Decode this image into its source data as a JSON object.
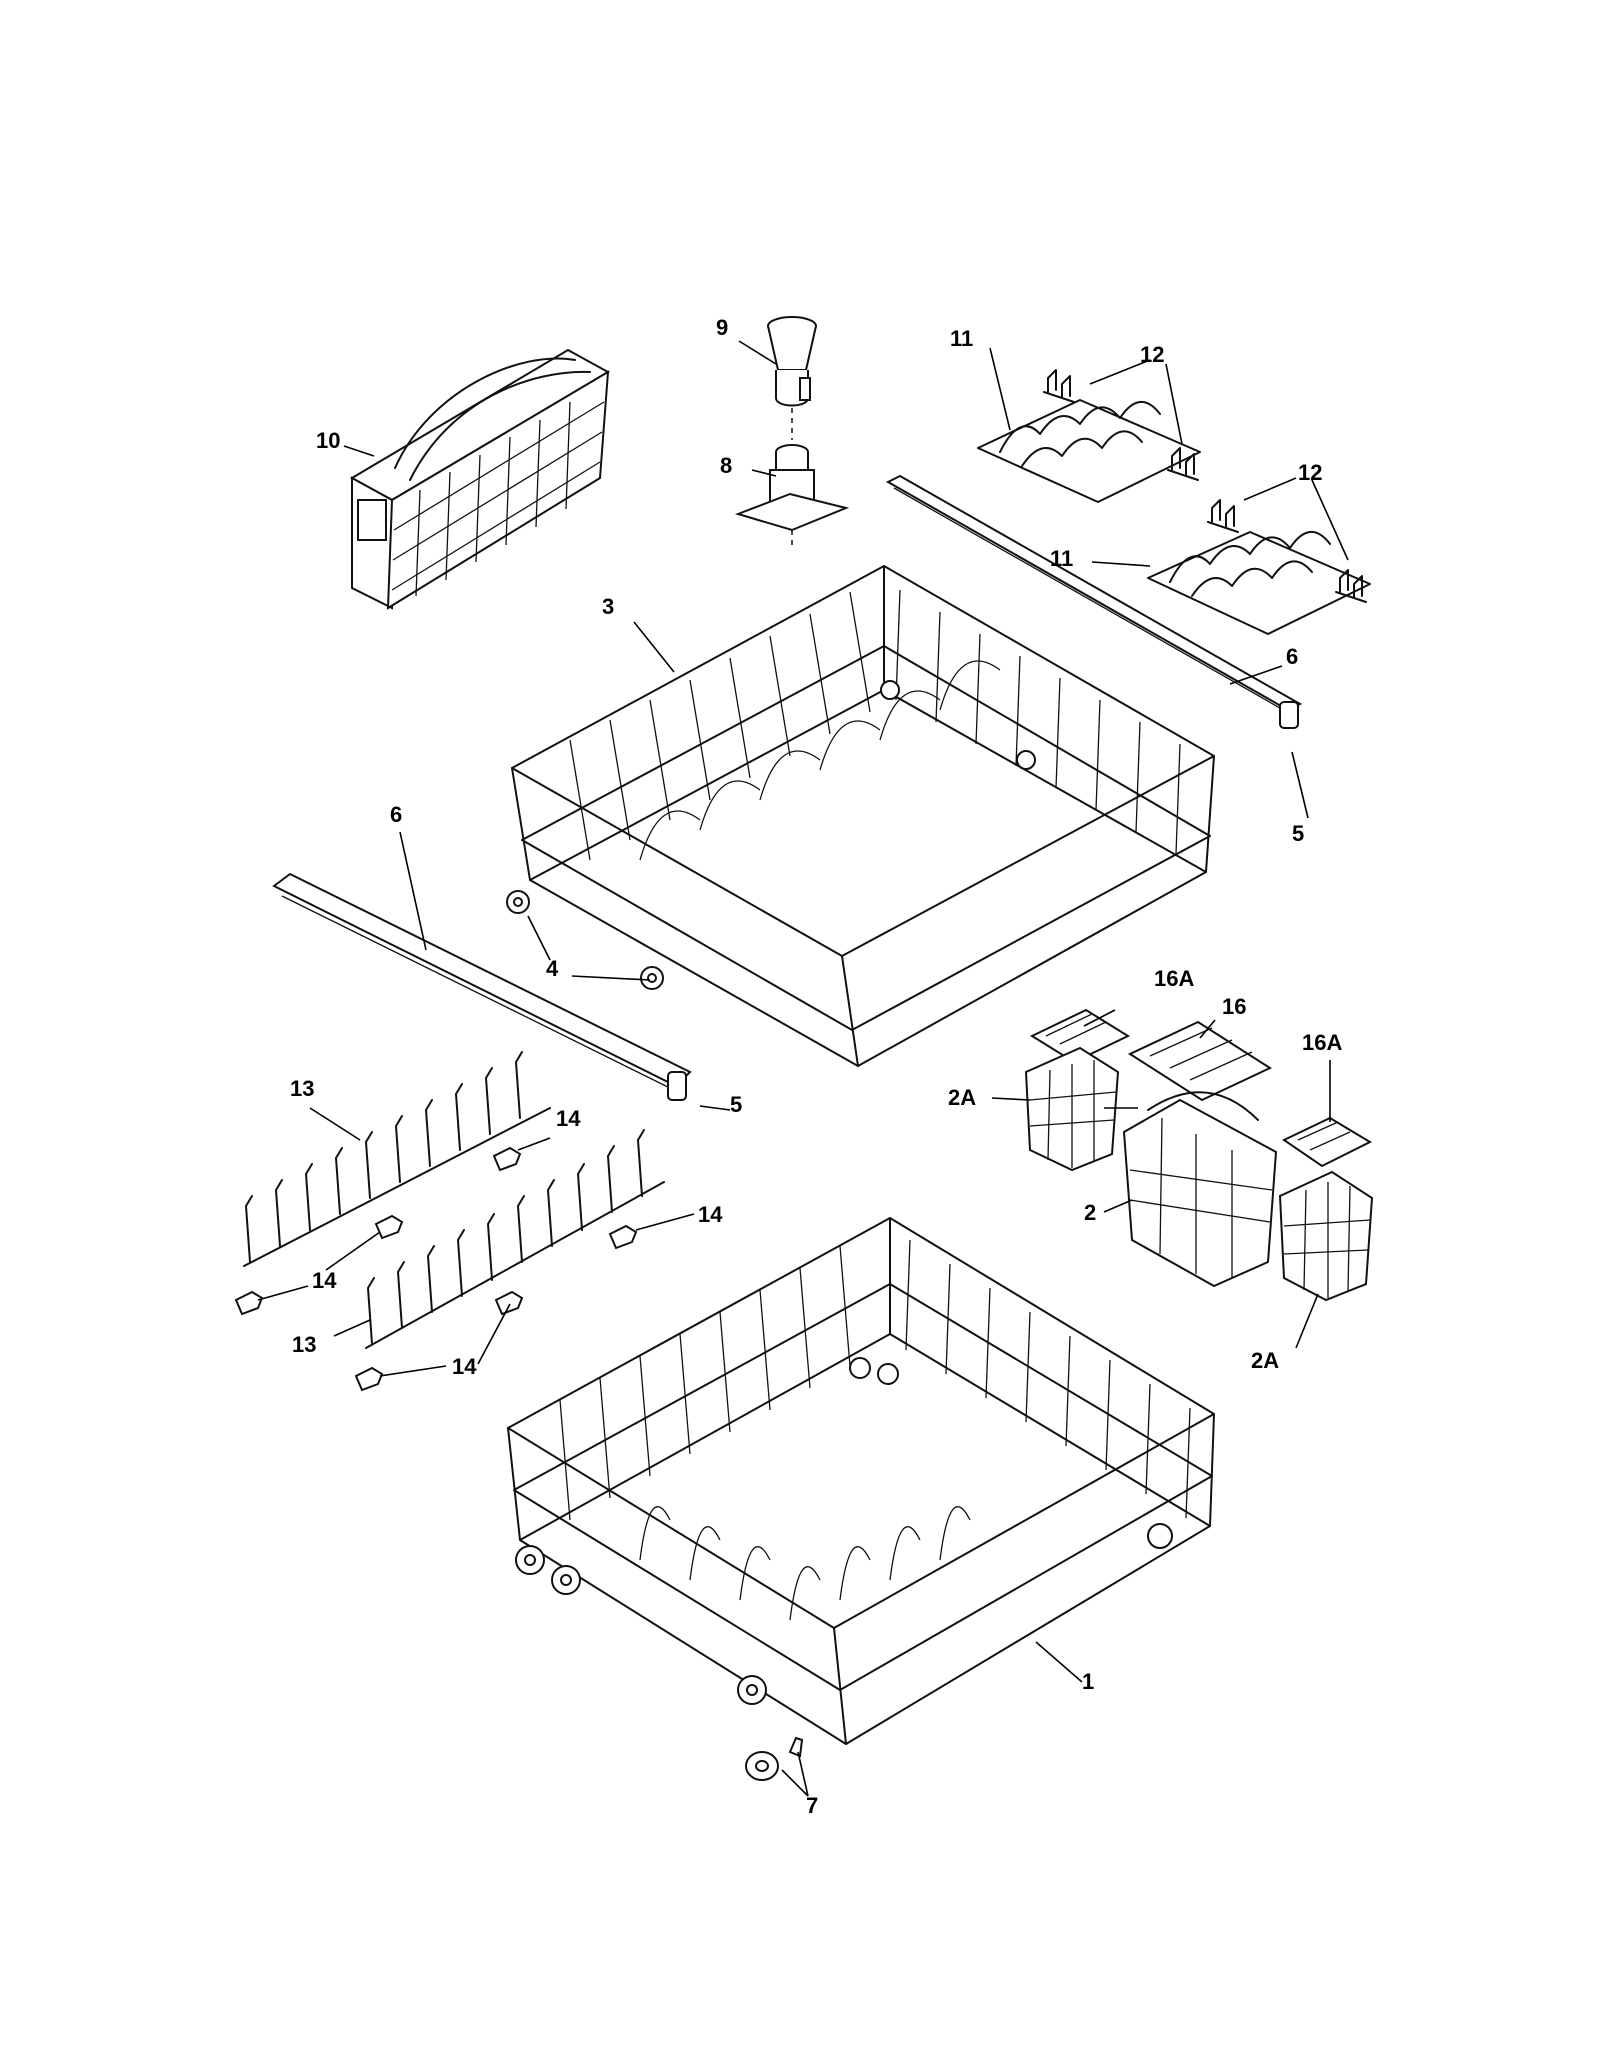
{
  "diagram": {
    "callouts": [
      {
        "id": "c1",
        "text": "1"
      },
      {
        "id": "c2",
        "text": "2"
      },
      {
        "id": "c2a1",
        "text": "2A"
      },
      {
        "id": "c2a2",
        "text": "2A"
      },
      {
        "id": "c3",
        "text": "3"
      },
      {
        "id": "c4",
        "text": "4"
      },
      {
        "id": "c5a",
        "text": "5"
      },
      {
        "id": "c5b",
        "text": "5"
      },
      {
        "id": "c6a",
        "text": "6"
      },
      {
        "id": "c6b",
        "text": "6"
      },
      {
        "id": "c7",
        "text": "7"
      },
      {
        "id": "c8",
        "text": "8"
      },
      {
        "id": "c9",
        "text": "9"
      },
      {
        "id": "c10",
        "text": "10"
      },
      {
        "id": "c11a",
        "text": "11"
      },
      {
        "id": "c11b",
        "text": "11"
      },
      {
        "id": "c12a",
        "text": "12"
      },
      {
        "id": "c12b",
        "text": "12"
      },
      {
        "id": "c13a",
        "text": "13"
      },
      {
        "id": "c13b",
        "text": "13"
      },
      {
        "id": "c14a",
        "text": "14"
      },
      {
        "id": "c14b",
        "text": "14"
      },
      {
        "id": "c14c",
        "text": "14"
      },
      {
        "id": "c14d",
        "text": "14"
      },
      {
        "id": "c16",
        "text": "16"
      },
      {
        "id": "c16a1",
        "text": "16A"
      },
      {
        "id": "c16a2",
        "text": "16A"
      }
    ]
  }
}
